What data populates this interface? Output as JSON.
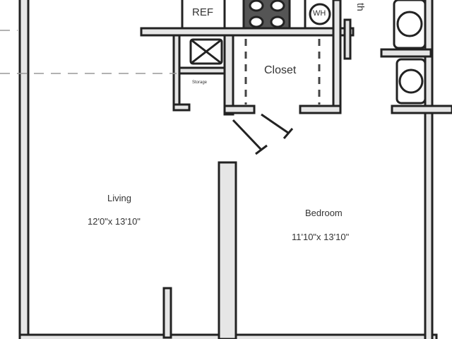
{
  "rooms": {
    "living": {
      "name": "Living",
      "size": "12'0\"x 13'10\""
    },
    "bedroom": {
      "name": "Bedroom",
      "size": "11'10\"x 13'10\""
    },
    "closet": {
      "name": "Closet"
    },
    "storage": {
      "name": "Storage"
    },
    "bath_partial": "th"
  },
  "fixtures": {
    "refrigerator": "REF",
    "water_heater": "WH"
  },
  "colors": {
    "wall": "#222222",
    "wall_fill": "#e6e6e6",
    "background": "#ffffff"
  }
}
